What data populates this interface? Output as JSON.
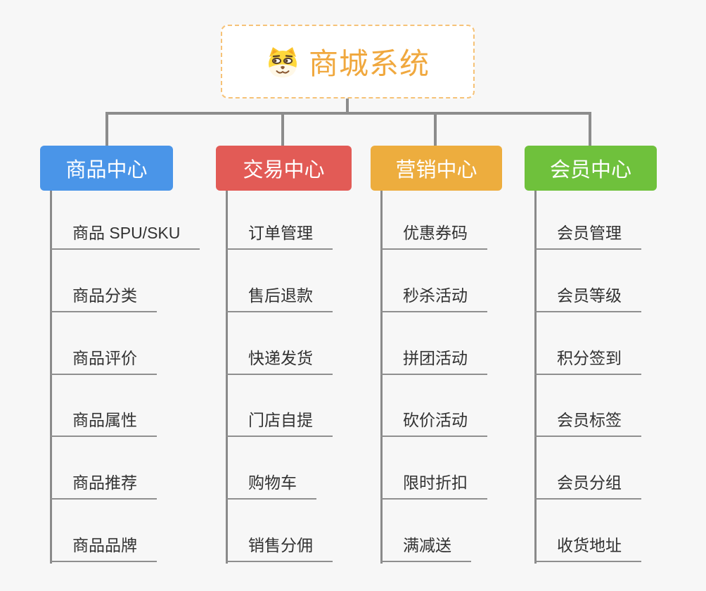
{
  "app": {
    "background_color": "#f7f7f7",
    "connector_color": "#8c8c8c"
  },
  "root": {
    "title": "商城系统",
    "icon": "dog-face-icon",
    "text_color": "#f0a83e",
    "border_color": "#f6c277"
  },
  "branches": [
    {
      "label": "商品中心",
      "color": "#4a95e8",
      "children": [
        "商品 SPU/SKU",
        "商品分类",
        "商品评价",
        "商品属性",
        "商品推荐",
        "商品品牌"
      ]
    },
    {
      "label": "交易中心",
      "color": "#e25b56",
      "children": [
        "订单管理",
        "售后退款",
        "快递发货",
        "门店自提",
        "购物车",
        "销售分佣"
      ]
    },
    {
      "label": "营销中心",
      "color": "#edad3e",
      "children": [
        "优惠券码",
        "秒杀活动",
        "拼团活动",
        "砍价活动",
        "限时折扣",
        "满减送"
      ]
    },
    {
      "label": "会员中心",
      "color": "#6fc13c",
      "children": [
        "会员管理",
        "会员等级",
        "积分签到",
        "会员标签",
        "会员分组",
        "收货地址"
      ]
    }
  ]
}
